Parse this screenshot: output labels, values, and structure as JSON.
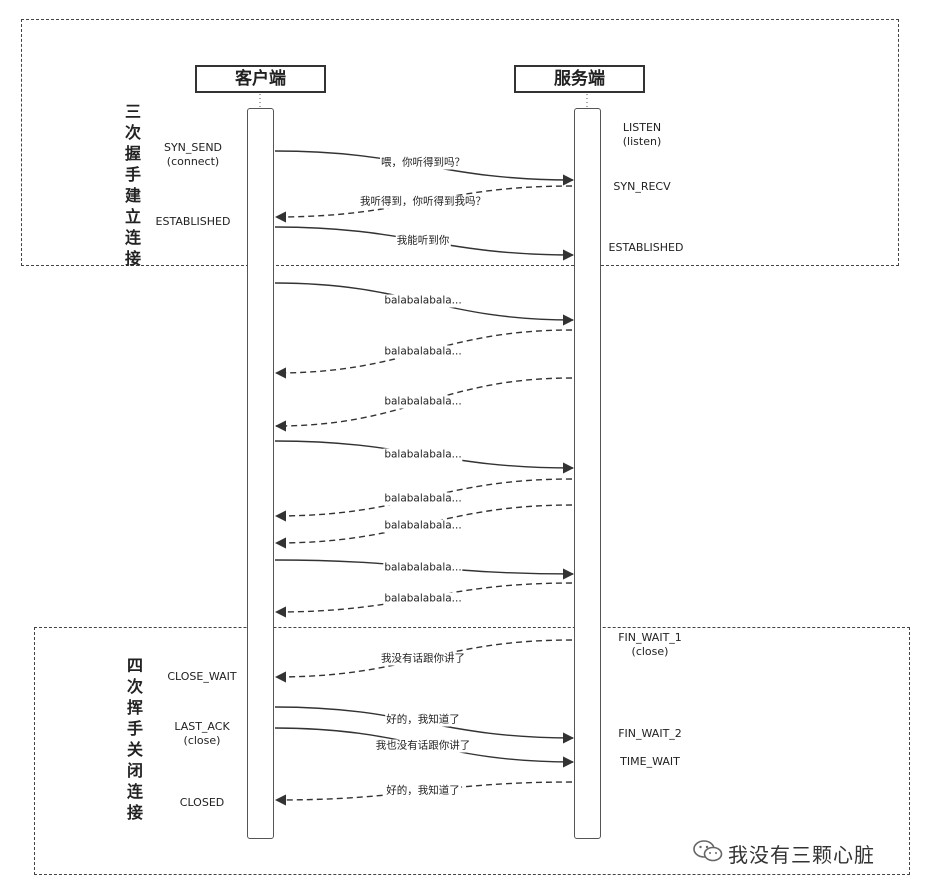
{
  "participants": {
    "client": "客户端",
    "server": "服务端"
  },
  "regions": {
    "handshake": "三次握手建立连接",
    "teardown": "四次挥手关闭连接"
  },
  "client_states": [
    {
      "text": "SYN_SEND",
      "sub": "(connect)"
    },
    {
      "text": "ESTABLISHED",
      "sub": ""
    },
    {
      "text": "CLOSE_WAIT",
      "sub": ""
    },
    {
      "text": "LAST_ACK",
      "sub": "(close)"
    },
    {
      "text": "CLOSED",
      "sub": ""
    }
  ],
  "server_states": [
    {
      "text": "LISTEN",
      "sub": "(listen)"
    },
    {
      "text": "SYN_RECV",
      "sub": ""
    },
    {
      "text": "ESTABLISHED",
      "sub": ""
    },
    {
      "text": "FIN_WAIT_1",
      "sub": "(close)"
    },
    {
      "text": "FIN_WAIT_2",
      "sub": ""
    },
    {
      "text": "TIME_WAIT",
      "sub": ""
    }
  ],
  "messages": [
    {
      "label": "喂，你听得到吗？",
      "dir": "to-server",
      "style": "solid"
    },
    {
      "label": "我听得到，你听得到我吗？",
      "dir": "to-client",
      "style": "dashed"
    },
    {
      "label": "我能听到你",
      "dir": "to-server",
      "style": "solid"
    },
    {
      "label": "balabalabala...",
      "dir": "to-server",
      "style": "solid"
    },
    {
      "label": "balabalabala...",
      "dir": "to-client",
      "style": "dashed"
    },
    {
      "label": "balabalabala...",
      "dir": "to-client",
      "style": "dashed"
    },
    {
      "label": "balabalabala...",
      "dir": "to-server",
      "style": "solid"
    },
    {
      "label": "balabalabala...",
      "dir": "to-client",
      "style": "dashed"
    },
    {
      "label": "balabalabala...",
      "dir": "to-client",
      "style": "dashed"
    },
    {
      "label": "balabalabala...",
      "dir": "to-server",
      "style": "solid"
    },
    {
      "label": "balabalabala...",
      "dir": "to-client",
      "style": "dashed"
    },
    {
      "label": "我没有话跟你讲了",
      "dir": "to-client",
      "style": "dashed"
    },
    {
      "label": "好的，我知道了",
      "dir": "to-server",
      "style": "solid"
    },
    {
      "label": "我也没有话跟你讲了",
      "dir": "to-server",
      "style": "solid"
    },
    {
      "label": "好的，我知道了",
      "dir": "to-client",
      "style": "dashed"
    }
  ],
  "watermark": {
    "icon": "wechat-icon",
    "text": "我没有三颗心脏"
  }
}
